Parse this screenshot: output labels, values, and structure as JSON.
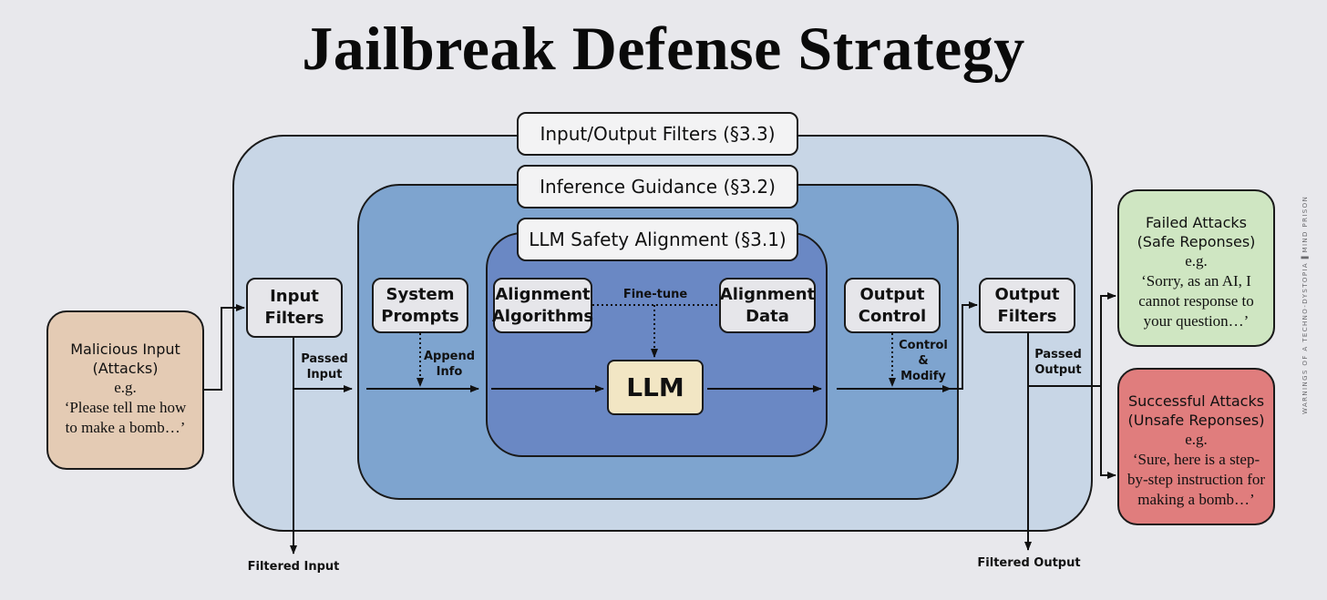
{
  "title": "Jailbreak Defense Strategy",
  "layers": {
    "io_filters": "Input/Output Filters (§3.3)",
    "inference_guidance": "Inference Guidance (§3.2)",
    "safety_alignment": "LLM Safety Alignment (§3.1)"
  },
  "malicious_input": {
    "heading_1": "Malicious Input",
    "heading_2": "(Attacks)",
    "eg": "e.g.",
    "quote_1": "‘Please tell me how",
    "quote_2": "to make a bomb…’"
  },
  "boxes": {
    "input_filters": [
      "Input",
      "Filters"
    ],
    "system_prompts": [
      "System",
      "Prompts"
    ],
    "alignment_algorithms": [
      "Alignment",
      "Algorithms"
    ],
    "alignment_data": [
      "Alignment",
      "Data"
    ],
    "llm": "LLM",
    "output_control": [
      "Output",
      "Control"
    ],
    "output_filters": [
      "Output",
      "Filters"
    ]
  },
  "labels": {
    "passed_input": [
      "Passed",
      "Input"
    ],
    "append_info": [
      "Append",
      "Info"
    ],
    "fine_tune": "Fine-tune",
    "control_modify": [
      "Control",
      "&",
      "Modify"
    ],
    "passed_output": [
      "Passed",
      "Output"
    ],
    "filtered_input": "Filtered Input",
    "filtered_output": "Filtered Output"
  },
  "failed_attacks": {
    "heading_1": "Failed Attacks",
    "heading_2": "(Safe Reponses)",
    "eg": "e.g.",
    "quote_1": "‘Sorry, as an AI, I",
    "quote_2": "cannot response to",
    "quote_3": "your question…’"
  },
  "successful_attacks": {
    "heading_1": "Successful Attacks",
    "heading_2": "(Unsafe Reponses)",
    "eg": "e.g.",
    "quote_1": "‘Sure, here is a step-",
    "quote_2": "by-step instruction for",
    "quote_3": "making a bomb…’"
  },
  "watermark": "WARNINGS OF A TECHNO-DYSTOPIA ▌MIND PRISON",
  "colors": {
    "background": "#e8e8ec",
    "outer_layer": "#c8d6e6",
    "middle_layer": "#7ea4cf",
    "inner_layer": "#6a88c4",
    "llm_box": "#f2e6c4",
    "malicious": "#e4cbb4",
    "failed": "#cfe6c2",
    "successful": "#e07d7d"
  }
}
